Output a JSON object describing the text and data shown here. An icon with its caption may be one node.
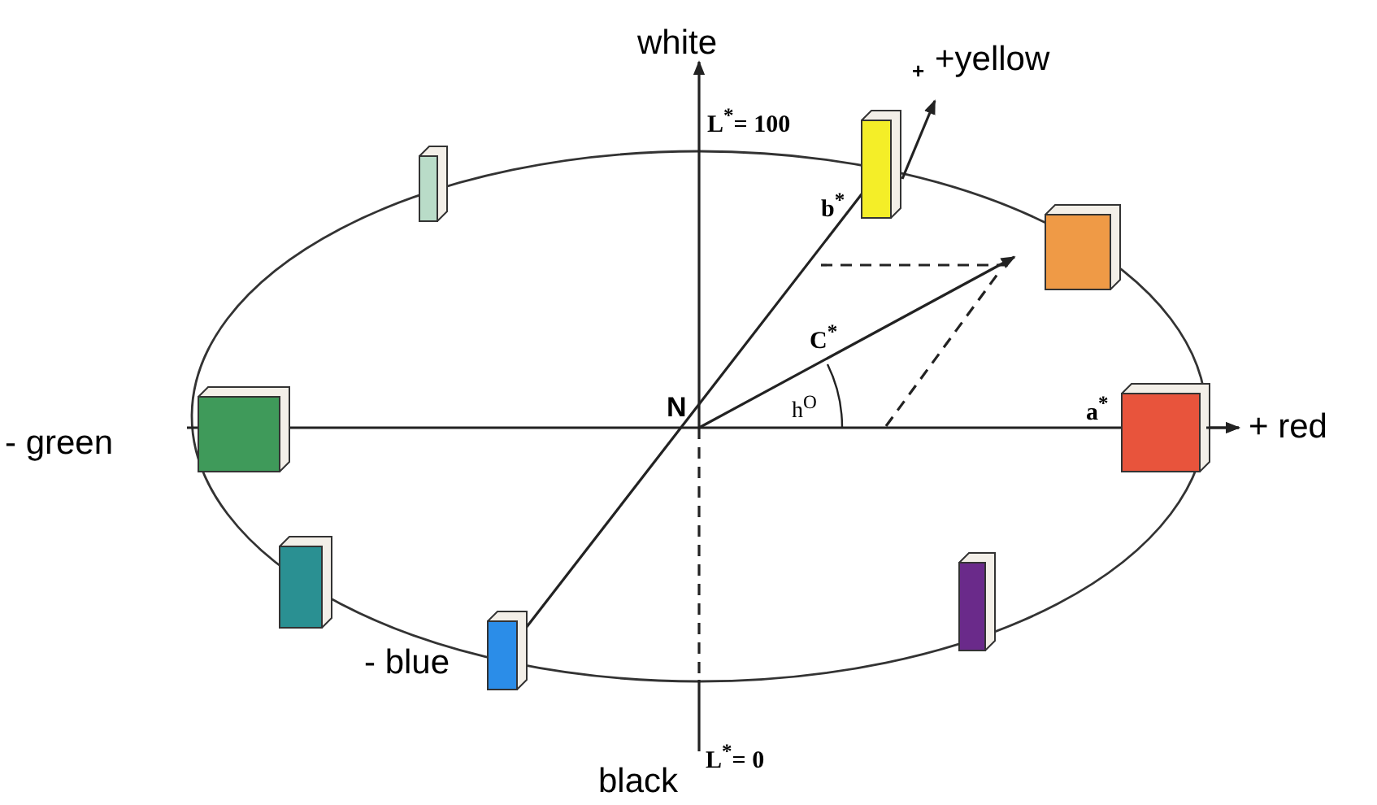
{
  "diagram": {
    "labels": [
      "white",
      "+",
      "+yellow",
      "L$^{*}$= 100",
      "b$^{*}$",
      "C$^{*}$",
      "N",
      "h$^{O}$",
      "a$^{*}$",
      "- green",
      "+ red",
      "- blue",
      "L$^{*}$= 0",
      "black"
    ]
  }
}
